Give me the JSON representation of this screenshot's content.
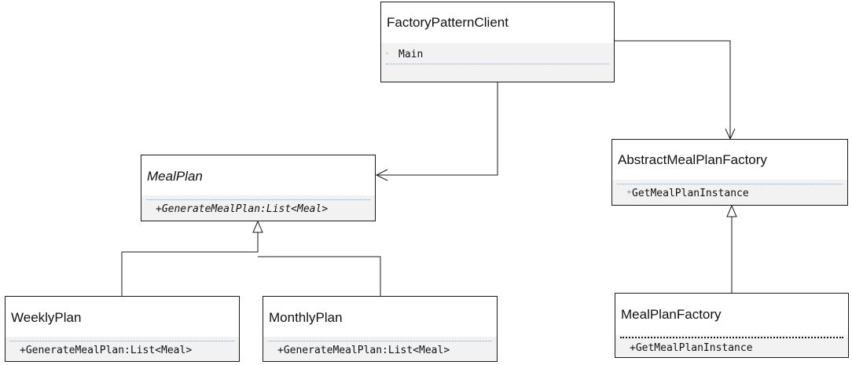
{
  "classes": {
    "client": {
      "name": "FactoryPatternClient",
      "members": [
        "Main"
      ]
    },
    "mealplan": {
      "name": "MealPlan",
      "members": [
        "+GenerateMealPlan:List<Meal>"
      ]
    },
    "abstract_factory": {
      "name": "AbstractMealPlanFactory",
      "members": [
        "GetMealPlanInstance"
      ]
    },
    "weekly": {
      "name": "WeeklyPlan",
      "members": [
        "+GenerateMealPlan:List<Meal>"
      ]
    },
    "monthly": {
      "name": "MonthlyPlan",
      "members": [
        "+GenerateMealPlan:List<Meal>"
      ]
    },
    "factory": {
      "name": "MealPlanFactory",
      "members": [
        "+GetMealPlanInstance"
      ]
    }
  },
  "colors": {
    "line": "#1a1a1a",
    "compartment": "#f2f2f2",
    "separator": "#6fa3d6"
  }
}
